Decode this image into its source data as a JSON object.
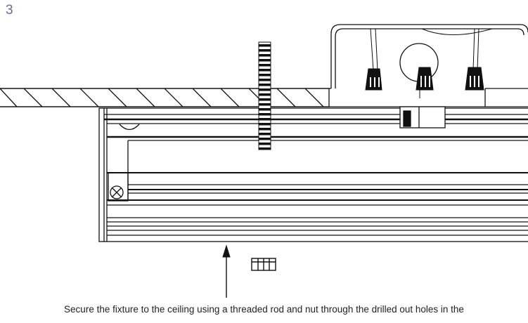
{
  "step": {
    "number": "3"
  },
  "caption": {
    "line1": "Secure the fixture to the ceiling using a threaded rod and nut through the drilled out holes in the"
  },
  "colors": {
    "line": "#111111",
    "step_number": "#6a6a9a",
    "background": "#ffffff"
  },
  "parts": {
    "ceiling": "ceiling-hatch",
    "rod": "threaded-rod",
    "nut": "hex-nut",
    "arrow": "arrow-up",
    "fixture": "fixture-channel",
    "junction_box": "junction-box",
    "connectors": "wire-nut"
  }
}
